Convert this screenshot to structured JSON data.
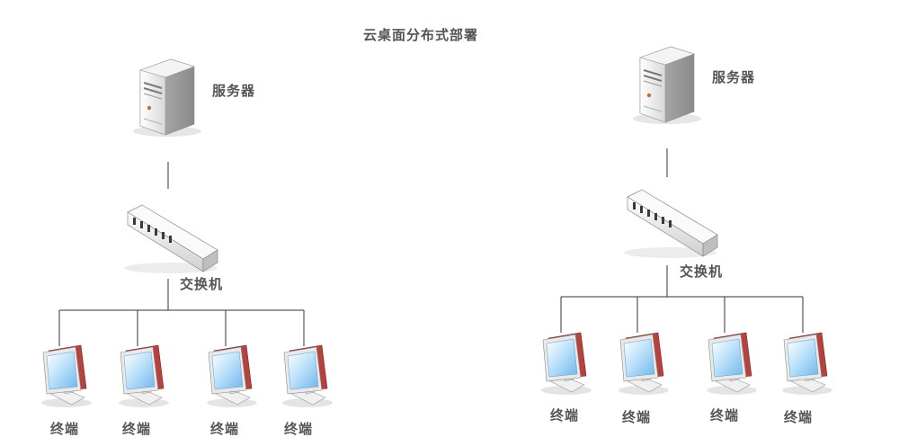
{
  "title": "云桌面分布式部署",
  "left": {
    "server_label": "服务器",
    "switch_label": "交换机",
    "terminals": [
      "终端",
      "终端",
      "终端",
      "终端"
    ]
  },
  "right": {
    "server_label": "服务器",
    "switch_label": "交换机",
    "terminals": [
      "终端",
      "终端",
      "终端",
      "终端"
    ]
  },
  "colors": {
    "line": "#333333",
    "text": "#555555",
    "screen": "#8ec6ef",
    "bezel_right": "#b5423d"
  }
}
